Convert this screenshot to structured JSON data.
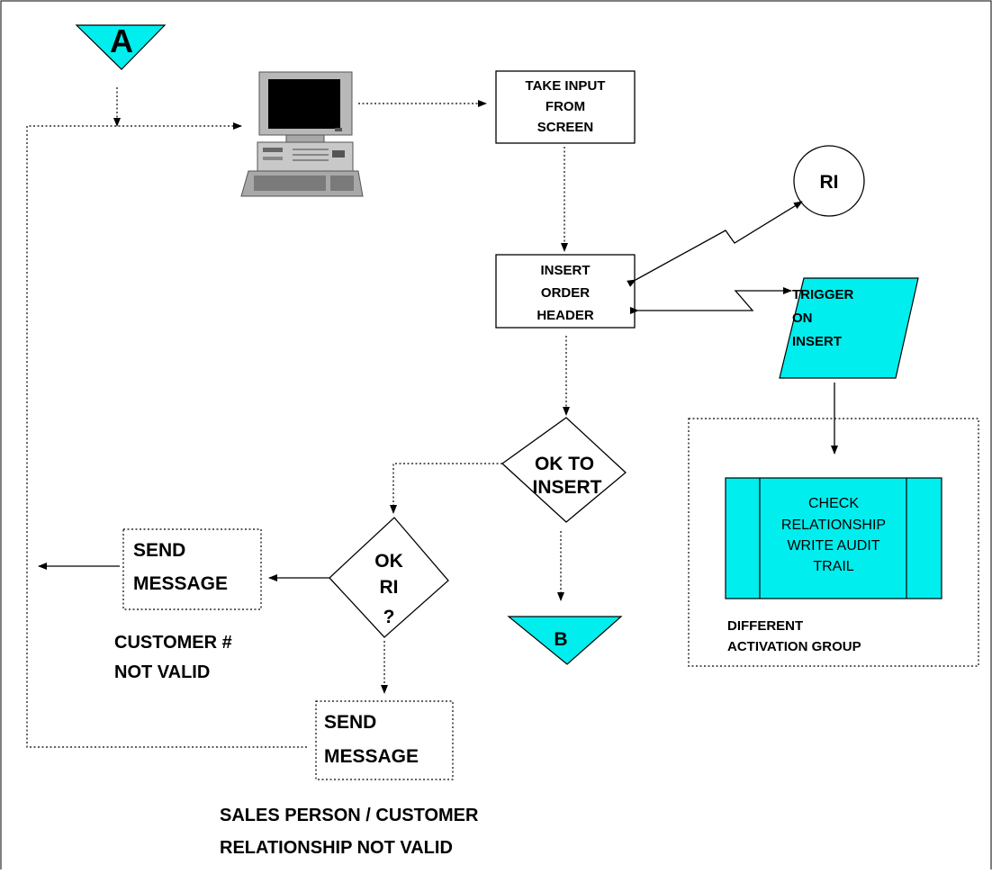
{
  "colors": {
    "cyan": "#00EEEE",
    "line": "#000000",
    "background": "#FFFFFF"
  },
  "connectors": {
    "start": "A",
    "end": "B"
  },
  "nodes": {
    "take_input": [
      "TAKE INPUT",
      "FROM",
      "SCREEN"
    ],
    "insert_order_header": [
      "INSERT",
      "ORDER",
      "HEADER"
    ],
    "ri": "RI",
    "trigger": [
      "TRIGGER",
      "ON",
      "INSERT"
    ],
    "ok_to_insert": [
      "OK TO",
      "INSERT"
    ],
    "ok_ri": [
      "OK",
      "RI",
      "?"
    ],
    "send_message_left": [
      "SEND",
      "MESSAGE"
    ],
    "send_message_bottom": [
      "SEND",
      "MESSAGE"
    ],
    "check_relationship": [
      "CHECK",
      "RELATIONSHIP",
      "WRITE AUDIT",
      "TRAIL"
    ]
  },
  "captions": {
    "customer_not_valid": [
      "CUSTOMER #",
      "NOT VALID"
    ],
    "salesperson_not_valid": [
      "SALES PERSON / CUSTOMER",
      "RELATIONSHIP NOT VALID"
    ],
    "activation_group": [
      "DIFFERENT",
      "ACTIVATION GROUP"
    ]
  },
  "icons": {
    "computer": "desktop-computer-icon"
  }
}
